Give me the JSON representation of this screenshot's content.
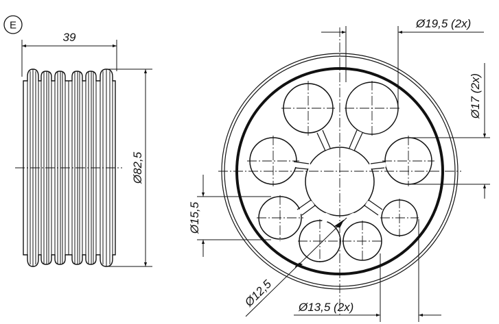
{
  "drawing": {
    "view_label": "E",
    "side_view": {
      "width_dim": "39",
      "outer_diameter_dim": "Ø82,5",
      "rib_count": 6
    },
    "front_view": {
      "dims": {
        "hole_19_5": "Ø19,5 (2x)",
        "hole_17": "Ø17 (2x)",
        "hole_15_5": "Ø15,5",
        "hole_12_5": "Ø12,5",
        "hole_13_5": "Ø13,5 (2x)"
      },
      "hole_count_outer": 8
    },
    "colors": {
      "line": "#111111",
      "background": "#ffffff"
    }
  }
}
